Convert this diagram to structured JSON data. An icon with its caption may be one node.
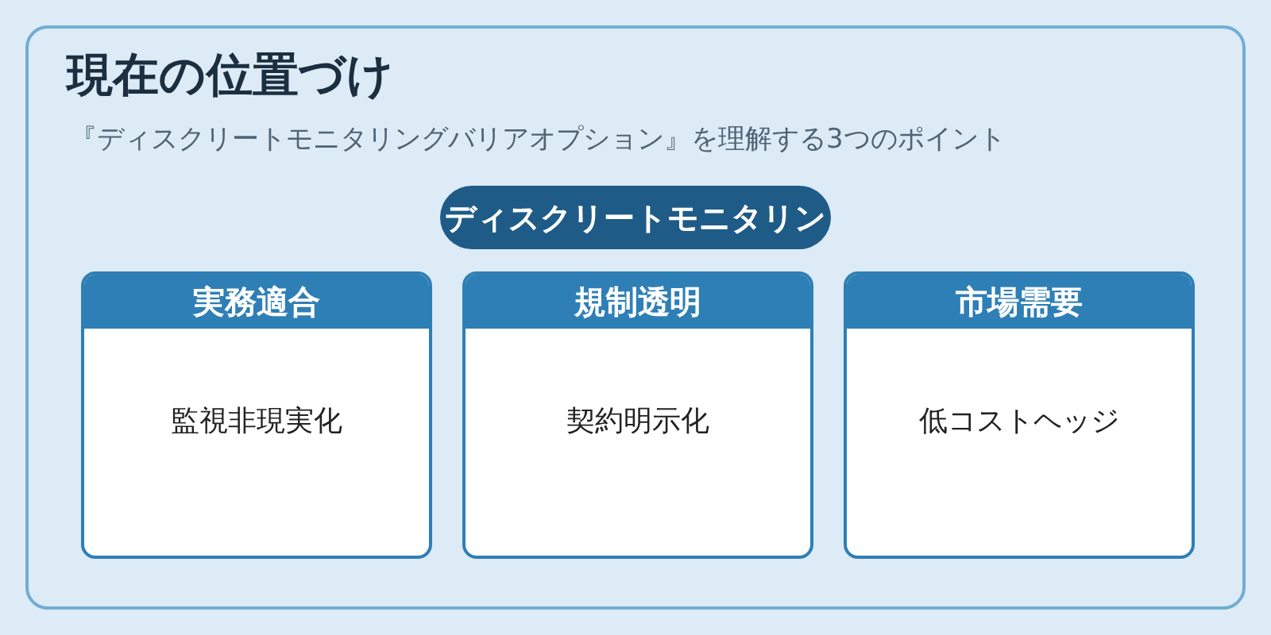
{
  "diagram": {
    "nodes": [
      {
        "text": [
          "現在の位置づけ",
          "『ディスクリートモニタリングバリアオプション』を理解する3つのポイント"
        ]
      },
      {
        "text": [
          "ディスクリートモニタリン"
        ],
        "in": 0
      },
      {
        "text": [
          "実務適合",
          "監視非現実化"
        ],
        "in": 0
      },
      {
        "text": [
          "規制透明",
          "契約明示化"
        ],
        "in": 0
      },
      {
        "text": [
          "市場需要",
          "低コストヘッジ"
        ],
        "in": 0
      }
    ]
  }
}
